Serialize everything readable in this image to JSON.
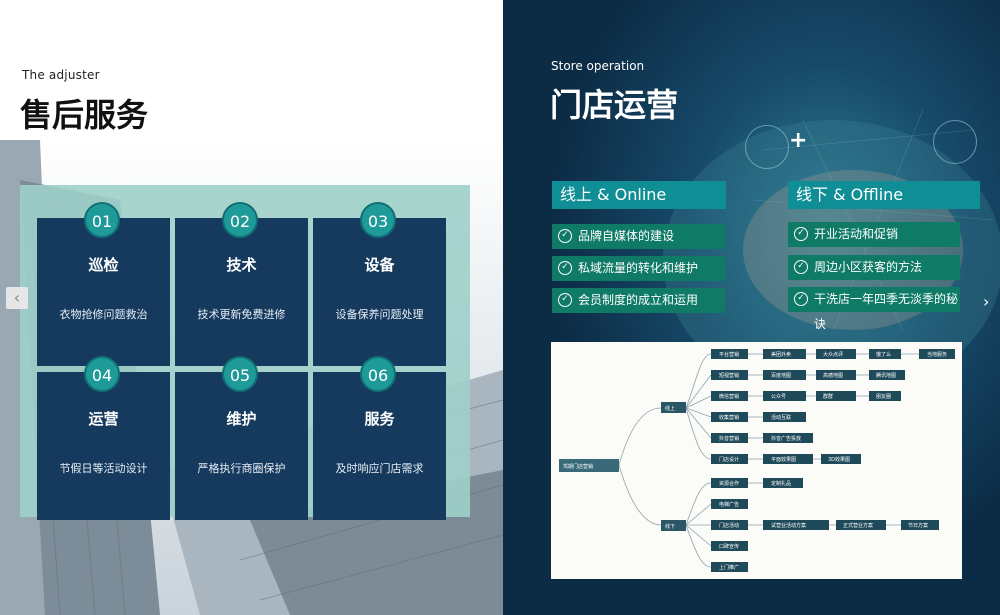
{
  "left": {
    "tag": "The adjuster",
    "title": "售后服务",
    "cards": [
      {
        "num": "01",
        "title": "巡检",
        "desc": "衣物抢修问题救治"
      },
      {
        "num": "02",
        "title": "技术",
        "desc": "技术更新免费进修"
      },
      {
        "num": "03",
        "title": "设备",
        "desc": "设备保养问题处理"
      },
      {
        "num": "04",
        "title": "运营",
        "desc": "节假日等活动设计"
      },
      {
        "num": "05",
        "title": "维护",
        "desc": "严格执行商圈保护"
      },
      {
        "num": "06",
        "title": "服务",
        "desc": "及时响应门店需求"
      }
    ],
    "prev_arrow": "‹"
  },
  "right": {
    "tag": "Store operation",
    "title": "门店运营",
    "plus": "+",
    "online": {
      "title": "线上 & Online",
      "items": [
        "品牌自媒体的建设",
        "私域流量的转化和维护",
        "会员制度的成立和运用"
      ]
    },
    "offline": {
      "title": "线下 & Offline",
      "items": [
        "开业活动和促销",
        "周边小区获客的方法",
        "干洗店一年四季无淡季的秘诀"
      ]
    },
    "check_icon": "✓",
    "next_arrow": "›",
    "mindmap": {
      "root": "驾期门店营销",
      "branch_online": "线上",
      "branch_offline": "线下",
      "online_nodes": [
        "平台营销",
        "短视营销",
        "微信营销",
        "收集营销",
        "抖音营销",
        "门店设计"
      ],
      "online_sub": [
        "美团外卖",
        "百度地图",
        "公众号",
        "活动互联",
        "抖音广告投放",
        "平面效果图"
      ],
      "online_sub2": [
        "大众点评",
        "高德地图",
        "群群"
      ],
      "online_sub3": [
        "饿了么",
        "腾讯地图",
        "朋友圈"
      ],
      "online_sub4": [
        "当地服务"
      ],
      "mendian_extra": "3D效果图",
      "offline_nodes": [
        "资源合作",
        "电梯广告",
        "门店活动",
        "口碑宣传",
        "上门推广"
      ],
      "offline_sub": [
        "定制礼品",
        "试营业活动方案"
      ],
      "offline_sub2": [
        "正式营业方案"
      ],
      "offline_sub3": [
        "节日方案"
      ]
    }
  },
  "colors": {
    "card_bg": "#163a5e",
    "badge": "#1e9b98",
    "frame": "#9fcfc9",
    "right_bg": "#0f3352",
    "section_head": "#0f8f95",
    "item_bg": "#0f7a66"
  }
}
